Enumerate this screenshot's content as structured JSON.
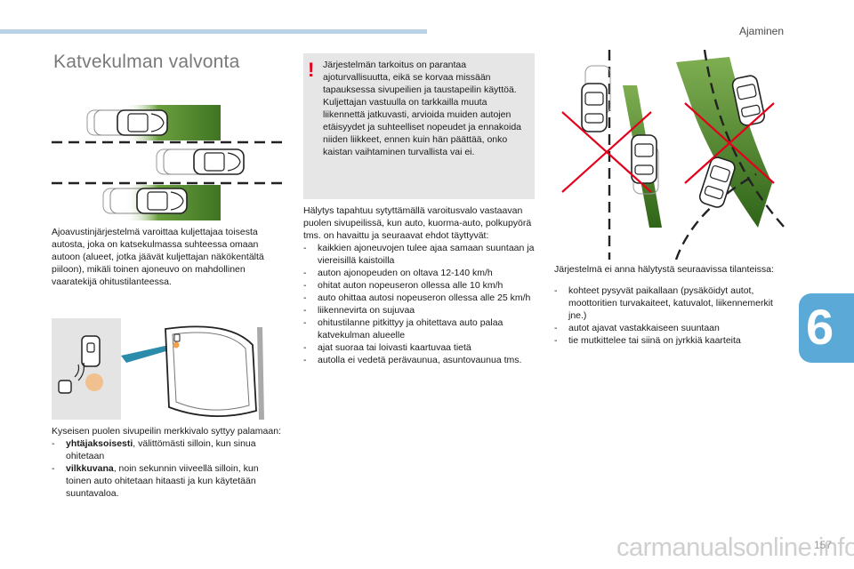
{
  "header": {
    "section": "Ajaminen",
    "title": "Katvekulman valvonta"
  },
  "chapter": "6",
  "intro": "Ajoavustinjärjestelmä varoittaa kuljettajaa toisesta autosta, joka on katsekulmassa suhteessa omaan autoon (alueet, jotka jäävät kuljettajan näkökentältä piiloon), mikäli toinen ajoneuvo on mahdollinen vaaratekijä ohitustilanteessa.",
  "mirror": {
    "intro": "Kyseisen puolen sivupeilin merkkivalo syttyy palamaan:",
    "items": [
      {
        "bold": "yhtäjaksoisesti",
        "rest": ", välittömästi silloin, kun sinua ohitetaan"
      },
      {
        "bold": "vilkkuvana",
        "rest": ", noin sekunnin viiveellä silloin, kun toinen auto ohitetaan hitaasti ja kun käytetään suuntavaloa."
      }
    ]
  },
  "warning": {
    "mark": "!",
    "text": "Järjestelmän tarkoitus on parantaa ajoturvallisuutta, eikä se korvaa missään tapauksessa sivupeilien ja taustapeilin käyttöä. Kuljettajan vastuulla on tarkkailla muuta liikennettä jatkuvasti, arvioida muiden autojen etäisyydet ja suhteelliset nopeudet ja ennakoida niiden liikkeet, ennen kuin hän päättää, onko kaistan vaihtaminen turvallista vai ei."
  },
  "alert": {
    "intro": "Hälytys tapahtuu sytyttämällä varoitusvalo vastaavan puolen sivupeilissä, kun auto, kuorma-auto, polkupyörä tms. on havaittu ja seuraavat ehdot täyttyvät:",
    "items": [
      "kaikkien ajoneuvojen tulee ajaa samaan suuntaan ja viereisillä kaistoilla",
      "auton ajonopeuden on oltava 12-140 km/h",
      "ohitat auton nopeuseron ollessa alle 10 km/h",
      "auto ohittaa autosi nopeuseron ollessa alle 25 km/h",
      "liikennevirta on sujuvaa",
      "ohitustilanne pitkittyy ja ohitettava auto palaa katvekulman alueelle",
      "ajat suoraa tai loivasti kaartuvaa tietä",
      "autolla ei vedetä perävaunua, asuntovaunua tms."
    ]
  },
  "no_alert": {
    "intro": "Järjestelmä ei anna hälytystä seuraavissa tilanteissa:",
    "items": [
      "kohteet pysyvät paikallaan (pysäköidyt autot, moottoritien turvakaiteet, katuvalot, liikennemerkit jne.)",
      "autot ajavat vastakkaiseen suuntaan",
      "tie mutkittelee tai siinä on jyrkkiä kaarteita"
    ]
  },
  "footer": {
    "logo": "carmanualsonline.info",
    "page": "157"
  },
  "colors": {
    "zone_green": "#4f8a2c",
    "warning_red": "#e3001b",
    "tab_blue": "#5aa9d6",
    "accent_bar": "#b9d2e6"
  },
  "icons": [
    "car-icon",
    "mirror-icon",
    "warning-light-icon",
    "cross-icon"
  ]
}
